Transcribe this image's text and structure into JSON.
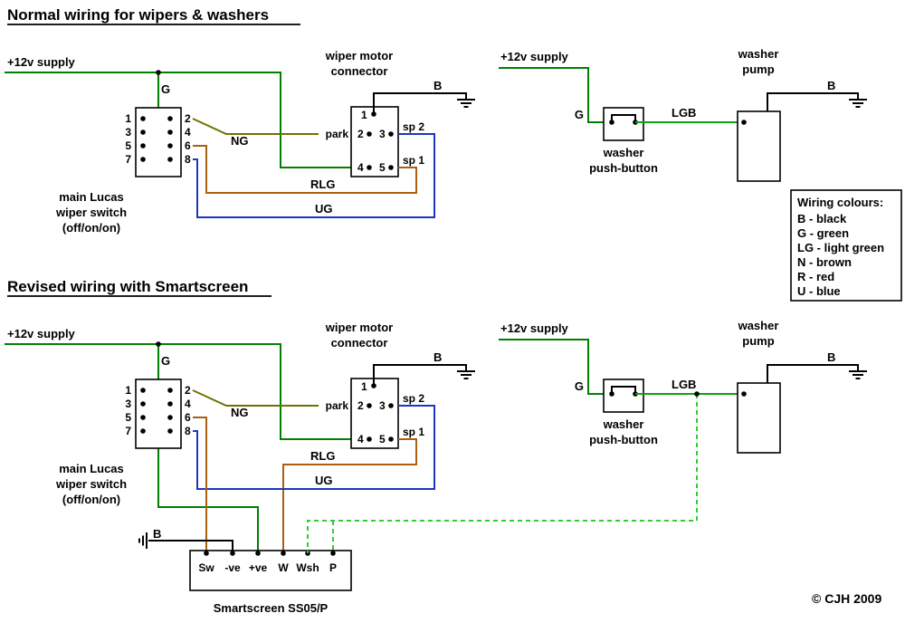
{
  "colors": {
    "black": "#000000",
    "green": "#008000",
    "light_green": "#11a011",
    "light_green_dashed": "#33cc33",
    "olive": "#6e7200",
    "brown": "#ad5f10",
    "blue": "#1f35c0"
  },
  "titles": {
    "normal": "Normal wiring for wipers & washers",
    "revised": "Revised wiring with Smartscreen"
  },
  "labels": {
    "supply": "+12v supply",
    "g": "G",
    "b": "B",
    "ng": "NG",
    "rlg": "RLG",
    "ug": "UG",
    "lgb": "LGB",
    "park": "park",
    "sp2": "sp 2",
    "sp1": "sp 1",
    "pin1": "1",
    "switch_pins_left": [
      "1",
      "3",
      "5",
      "7"
    ],
    "switch_pins_right": [
      "2",
      "4",
      "6",
      "8"
    ],
    "connector_pins_top": [
      "2",
      "3"
    ],
    "connector_pins_bottom": [
      "4",
      "5"
    ],
    "motor_connector_line1": "wiper motor",
    "motor_connector_line2": "connector",
    "pump_line1": "washer",
    "pump_line2": "pump",
    "pushbutton_line1": "washer",
    "pushbutton_line2": "push-button",
    "switch_line1": "main Lucas",
    "switch_line2": "wiper switch",
    "switch_line3": "(off/on/on)"
  },
  "legend": {
    "title": "Wiring colours:",
    "items": [
      "B - black",
      "G - green",
      "LG - light green",
      "N - brown",
      "R - red",
      "U - blue"
    ]
  },
  "smartscreen": {
    "name": "Smartscreen SS05/P",
    "terminals": [
      "Sw",
      "-ve",
      "+ve",
      "W",
      "Wsh",
      "P"
    ]
  },
  "copyright": "© CJH 2009"
}
